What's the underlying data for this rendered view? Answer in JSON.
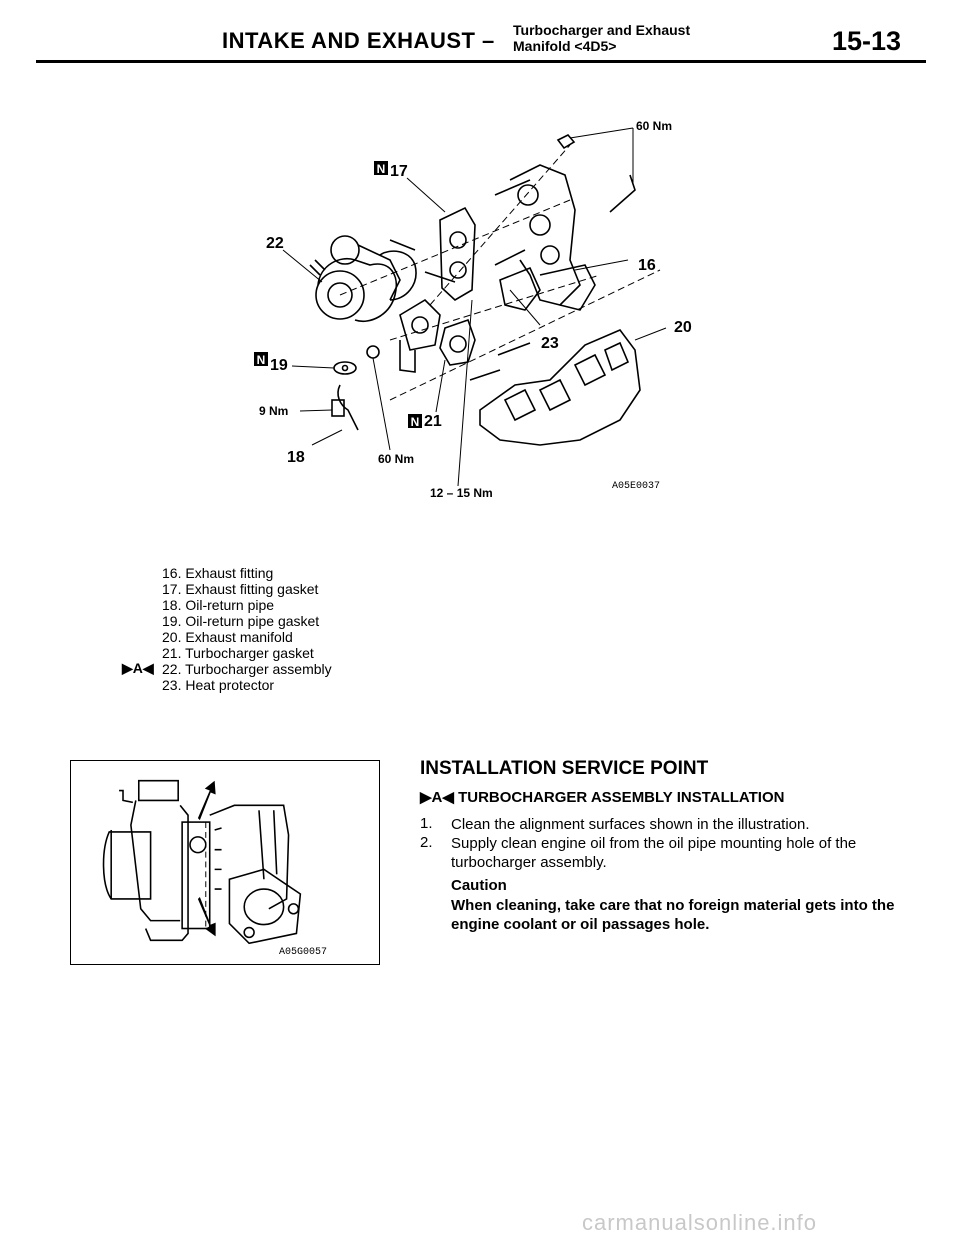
{
  "header": {
    "section": "INTAKE AND EXHAUST –",
    "sub_line1": "Turbocharger and Exhaust",
    "sub_line2": "Manifold <4D5>",
    "page_number": "15-13"
  },
  "diagram": {
    "labels": {
      "p16": "16",
      "p17": "17",
      "p18": "18",
      "p19": "19",
      "p20": "20",
      "p21": "21",
      "p22": "22",
      "p23": "23",
      "t_60_top": "60 Nm",
      "t_9": "9 Nm",
      "t_60_bot": "60 Nm",
      "t_12_15": "12 – 15 Nm",
      "new_mark": "N",
      "code": "A05E0037"
    }
  },
  "parts_list": [
    "16. Exhaust fitting",
    "17. Exhaust fitting gasket",
    "18. Oil-return pipe",
    "19. Oil-return pipe gasket",
    "20. Exhaust manifold",
    "21. Turbocharger gasket",
    "22. Turbocharger assembly",
    "23. Heat protector"
  ],
  "service_marker": "▶A◀",
  "figure2": {
    "code": "A05G0057"
  },
  "service": {
    "title": "INSTALLATION SERVICE POINT",
    "subtitle": "▶A◀ TURBOCHARGER ASSEMBLY INSTALLATION",
    "steps": [
      {
        "num": "1.",
        "text": "Clean the alignment surfaces shown in the illustration."
      },
      {
        "num": "2.",
        "text": "Supply clean engine oil from the oil pipe mounting hole of the turbocharger assembly."
      }
    ],
    "caution_label": "Caution",
    "caution_text": "When cleaning, take care that no foreign material gets into the engine coolant or oil passages hole."
  },
  "watermark": "carmanualsonline.info"
}
